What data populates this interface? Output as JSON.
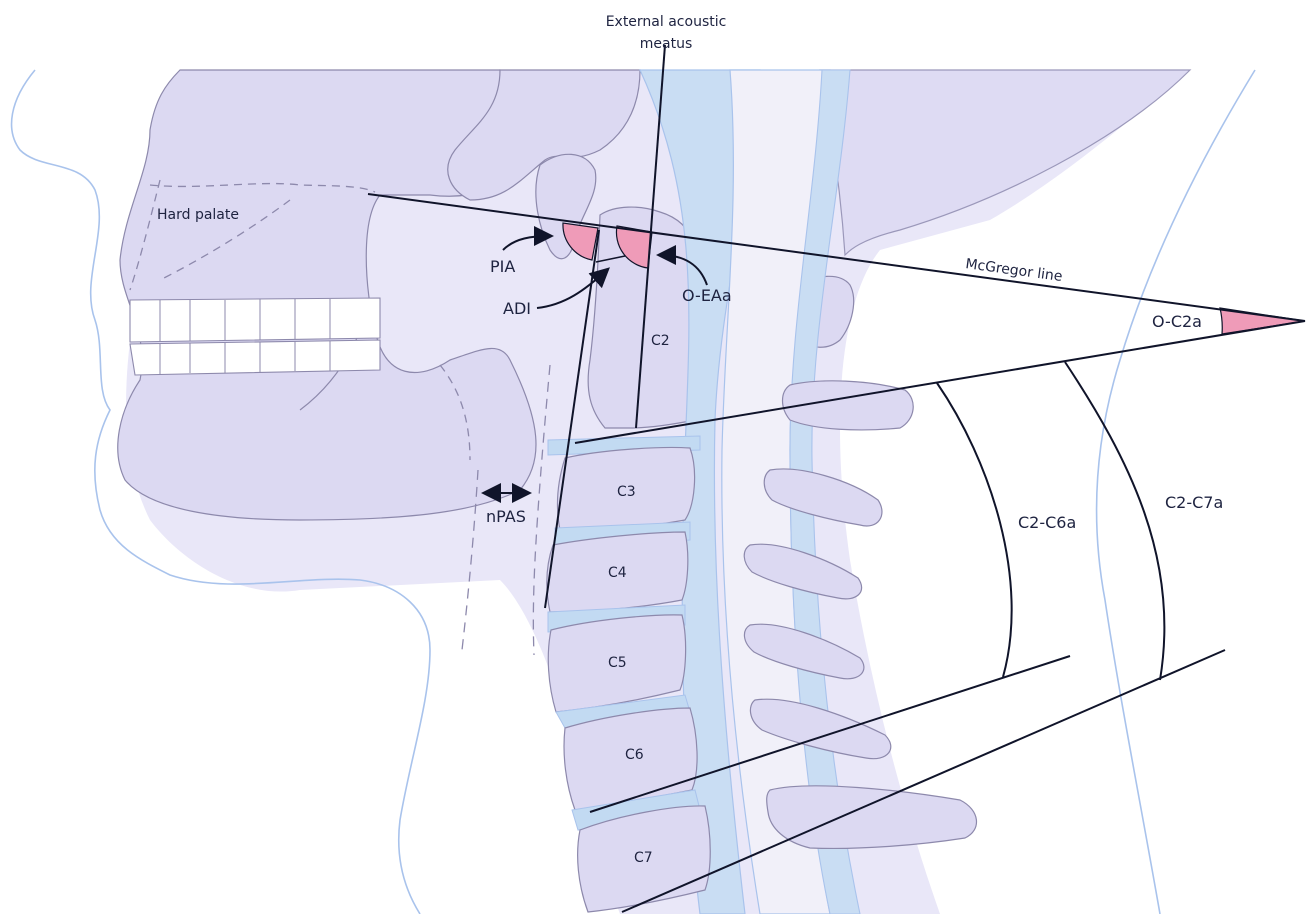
{
  "figure": {
    "labels": {
      "external_acoustic_meatus_line1": "External acoustic",
      "external_acoustic_meatus_line2": "meatus",
      "hard_palate": "Hard palate",
      "pia": "PIA",
      "adi": "ADI",
      "o_eaa": "O-EAa",
      "mcgregor_line": "McGregor line",
      "o_c2a": "O-C2a",
      "c2": "C2",
      "c3": "C3",
      "c4": "C4",
      "c5": "C5",
      "c6": "C6",
      "c7": "C7",
      "npas": "nPAS",
      "c2_c6a": "C2-C6a",
      "c2_c7a": "C2-C7a"
    },
    "colors": {
      "tissue_fill": "#e6e4f7",
      "bone_fill": "#dcd9f2",
      "bone_stroke": "#8d89ac",
      "soft_outline": "#a9c3ec",
      "disc_blue": "#c2daf2",
      "spinal_cord": "#f1f0f9",
      "angle_highlight": "#ef9bb8",
      "line_dark": "#10142a"
    }
  }
}
